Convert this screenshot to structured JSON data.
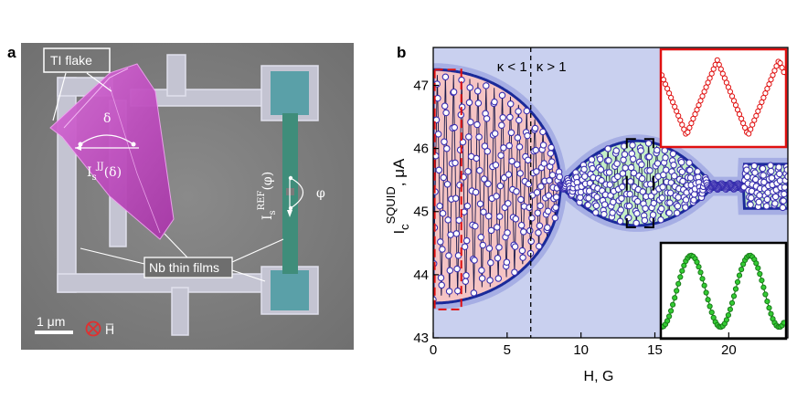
{
  "panel_a": {
    "label": "a",
    "ti_flake_label": "TI flake",
    "nb_label": "Nb thin films",
    "scale_bar": "1 μm",
    "delta": "δ",
    "phi": "φ",
    "is_jj": "I",
    "is_jj_sub": "s",
    "is_jj_sup": "JJ",
    "is_jj_arg": "(δ)",
    "is_ref_sub": "s",
    "is_ref_sup": "REF",
    "is_ref_arg": "(φ)",
    "field_symbol": "H̅",
    "colors": {
      "flake": "#cc55cc",
      "ref_junction": "#3a8a7a",
      "sem_bg": "#7a7a7a",
      "nb": "#c8c8d4"
    }
  },
  "panel_b": {
    "label": "b",
    "kappa_left": "κ < 1",
    "kappa_right": "κ > 1",
    "colors": {
      "background": "#c9d0ef",
      "envelope": "#1d2fa8",
      "left_fill": "#f5c2c2",
      "right_fill": "#c8f0c8",
      "marker_edge": "#3a2fb0",
      "inset_red": "#e01010",
      "inset_green": "#22aa22"
    }
  },
  "chart_data": {
    "type": "scatter",
    "xlabel": "H, G",
    "ylabel": "I",
    "ylabel_sub": "c",
    "ylabel_sup": "SQUID",
    "ylabel_unit": ", μA",
    "xlim": [
      0,
      24
    ],
    "ylim": [
      43,
      47.6
    ],
    "xticks": [
      0,
      5,
      10,
      15,
      20
    ],
    "yticks": [
      43,
      44,
      45,
      46,
      47
    ],
    "xtick_labels": [
      "0",
      "5",
      "10",
      "15",
      "20"
    ],
    "ytick_labels": [
      "43",
      "44",
      "45",
      "46",
      "47"
    ],
    "envelope": {
      "max_at_zero": 47.25,
      "min_at_zero": 43.55,
      "center": 45.4,
      "node_field": 8.6,
      "second_lobe_peak_field": 13.8,
      "second_lobe_halfwidth": 0.65
    },
    "oscillation_period_G": 0.55,
    "kappa_boundary_G": 6.6,
    "zoom_boxes": [
      {
        "x": [
          0.1,
          1.9
        ],
        "y": [
          43.45,
          47.25
        ],
        "color": "red"
      },
      {
        "x": [
          13.1,
          14.9
        ],
        "y": [
          44.75,
          46.15
        ],
        "color": "black"
      }
    ]
  }
}
